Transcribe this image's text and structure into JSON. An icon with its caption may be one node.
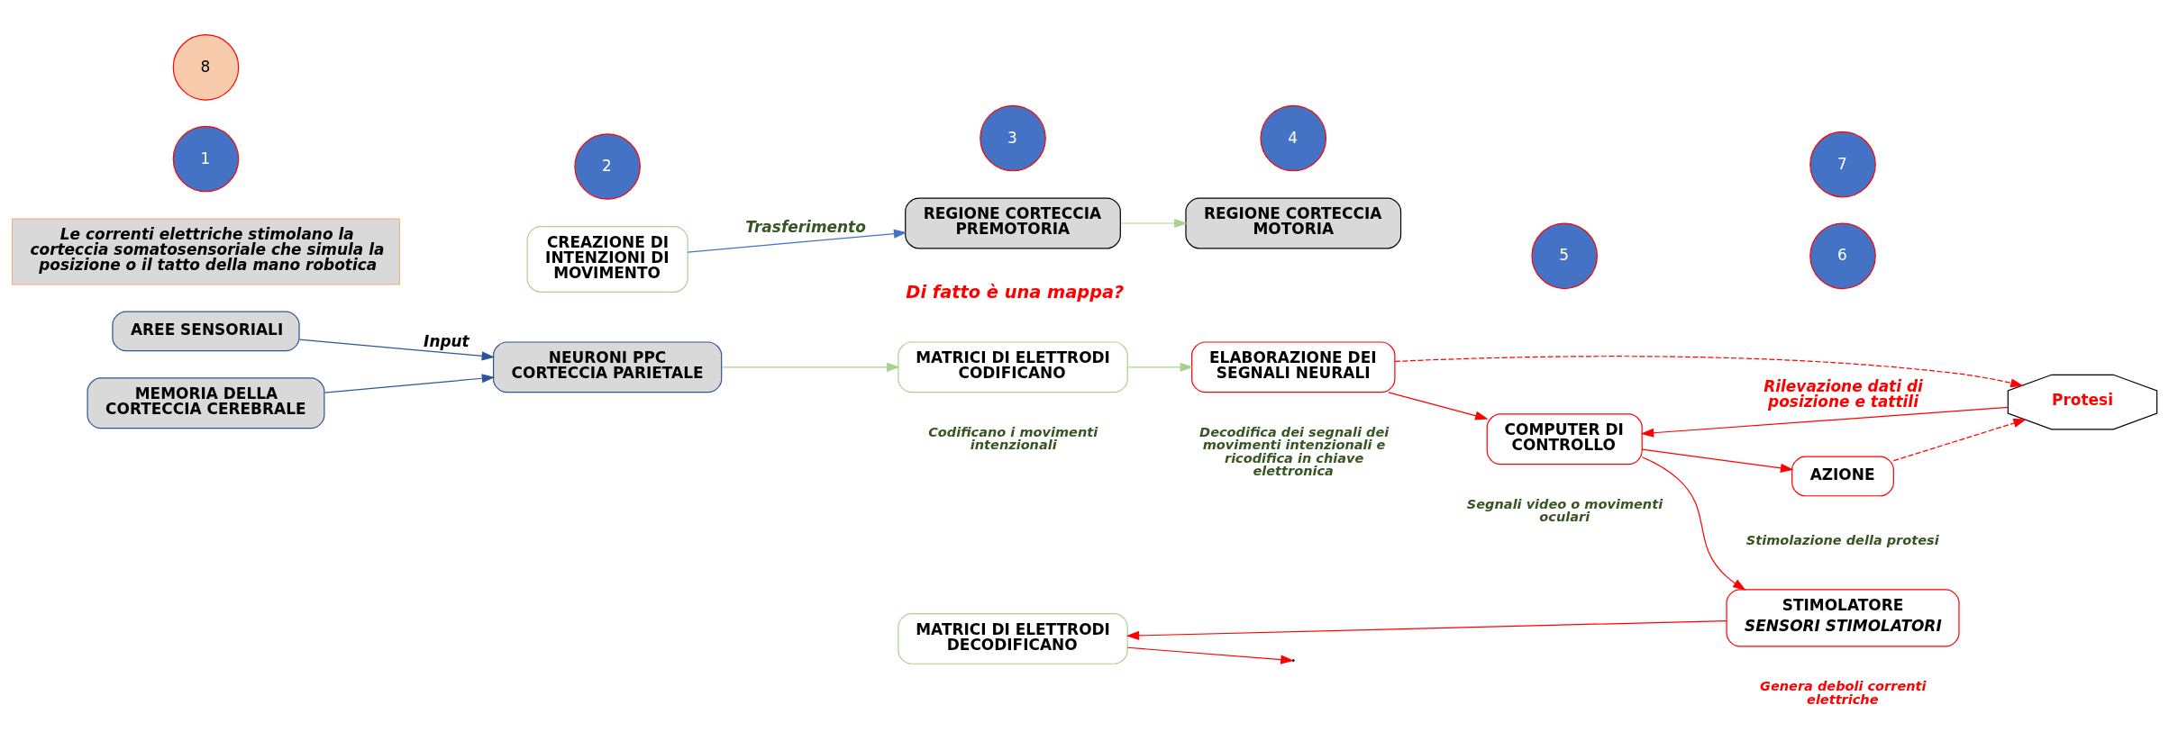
{
  "diagram": {
    "nodes": [
      {
        "text": [
          "AREE SENSORIALI"
        ]
      },
      {
        "text": [
          "MEMORIA DELLA CORTECCIA CEREBRALE"
        ]
      },
      {
        "text": [
          "NEURONI PPC CORTECCIA PARIETALE"
        ]
      },
      {
        "text": [
          "CREAZIONE DI INTENZIONI DI MOVIMENTO"
        ]
      },
      {
        "text": [
          "MATRICI DI ELETTRODI CODIFICANO"
        ],
        "beside": [
          "Codificano i movimenti intenzionali"
        ]
      },
      {
        "text": [
          "MATRICI DI ELETTRODI DECODIFICANO"
        ]
      },
      {
        "text": [
          "ELABORAZIONE DEI SEGNALI NEURALI"
        ],
        "beside": [
          "Decodifica dei segnali dei movimenti intenzionali e ricodifica in chiave elettronica"
        ]
      },
      {
        "text": [
          "COMPUTER DI CONTROLLO"
        ],
        "beside": [
          "Segnali video o movimenti oculari"
        ]
      },
      {
        "text": [
          "AZIONE"
        ],
        "beside": [
          "Stimolazione della protesi"
        ]
      },
      {
        "text": [
          "Le correnti elettriche stimolano la corteccia somatosensoriale che simula la posizione o il tatto della mano robotica"
        ]
      },
      {
        "text": [
          "STIMOLATORE",
          "SENSORI STIMOLATORI"
        ],
        "beside": [
          "Genera deboli correnti elettriche"
        ]
      },
      {
        "text": [
          "REGIONE CORTECCIA PREMOTORIA"
        ]
      },
      {
        "text": [
          "REGIONE CORTECCIA MOTORIA"
        ]
      },
      {
        "text": [
          "Protesi"
        ]
      },
      {
        "text": [
          "1"
        ]
      },
      {
        "text": [
          "2"
        ]
      },
      {
        "text": [
          "3"
        ]
      },
      {
        "text": [
          "4"
        ]
      },
      {
        "text": [
          "5"
        ]
      },
      {
        "text": [
          "6"
        ]
      },
      {
        "text": [
          "7"
        ]
      },
      {
        "text": [
          "8"
        ]
      }
    ],
    "edges": [
      {
        "from": 0,
        "to": 2,
        "arrow": "to",
        "label": "Input",
        "color": "#2f5597"
      },
      {
        "from": 1,
        "to": 2,
        "arrow": "to",
        "color": "#2f5597"
      },
      {
        "from": 2,
        "to": 4,
        "arrow": "to",
        "color": "#a9d18e"
      },
      {
        "from": 4,
        "to": 6,
        "arrow": "to",
        "color": "#a9d18e"
      },
      {
        "from": 6,
        "to": 7,
        "arrow": "to"
      },
      {
        "from": 7,
        "to": 8,
        "arrow": "to"
      },
      {
        "from": 3,
        "to": 11,
        "arrow": "to",
        "label": "Trasferimento",
        "color": "#4472c4"
      },
      {
        "from": 11,
        "to": 12,
        "arrow": "to",
        "color": "#a9d18e"
      },
      {
        "from": 5,
        "to": null,
        "arrow": "to"
      },
      {
        "from": 10,
        "to": 5,
        "arrow": "to"
      },
      {
        "from": 7,
        "to": 10,
        "arrow": "to"
      },
      {
        "from": 13,
        "to": 7,
        "arrow": "to",
        "label": "Rilevazione dati di posizione e tattili"
      },
      {
        "from": 6,
        "to": 13,
        "arrow": "to",
        "style": "dashed"
      },
      {
        "from": 8,
        "to": 13,
        "arrow": "to",
        "style": "dashed"
      }
    ],
    "labels": [
      "Di fatto è una mappa?"
    ]
  }
}
